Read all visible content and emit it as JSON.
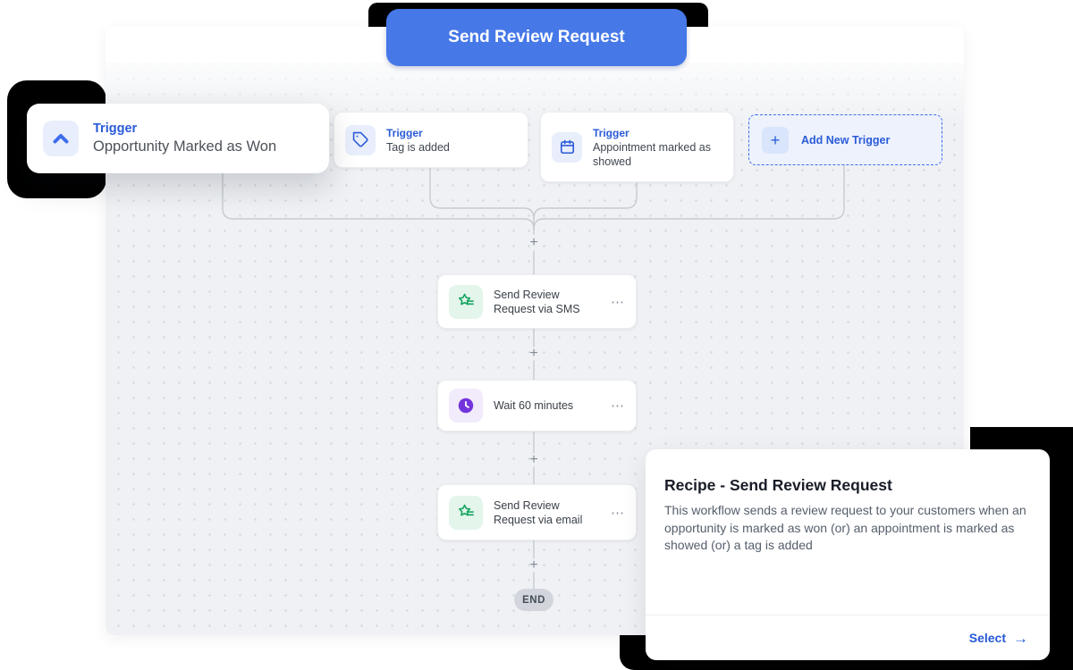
{
  "top_button": {
    "label": "Send Review Request",
    "color": "#4678e8"
  },
  "triggers": [
    {
      "label": "Trigger",
      "title": "Opportunity Marked as Won",
      "icon": "chevron-up-icon"
    },
    {
      "label": "Trigger",
      "title": "Tag is added",
      "icon": "tag-icon"
    },
    {
      "label": "Trigger",
      "title": "Appointment marked as showed",
      "icon": "calendar-icon"
    }
  ],
  "add_trigger": {
    "label": "Add New Trigger",
    "plus": "+"
  },
  "actions": [
    {
      "title": "Send Review Request via SMS",
      "icon": "review-star-icon",
      "color": "#18a662"
    },
    {
      "title": "Wait 60 minutes",
      "icon": "clock-icon",
      "color": "#7434db"
    },
    {
      "title": "Send Review Request via email",
      "icon": "review-star-icon",
      "color": "#18a662"
    }
  ],
  "ui": {
    "menu": "⋯",
    "plus": "+",
    "end": "END"
  },
  "recipe": {
    "title": "Recipe - Send Review Request",
    "description": "This workflow sends a review request to your customers when an opportunity is marked as won (or) an appointment is marked as showed (or) a tag is added",
    "select": "Select",
    "arrow": "→"
  },
  "colors": {
    "trigger_blue": "#2a5bd8",
    "line_gray": "#c7cbd2",
    "canvas": "#eff1f4"
  }
}
